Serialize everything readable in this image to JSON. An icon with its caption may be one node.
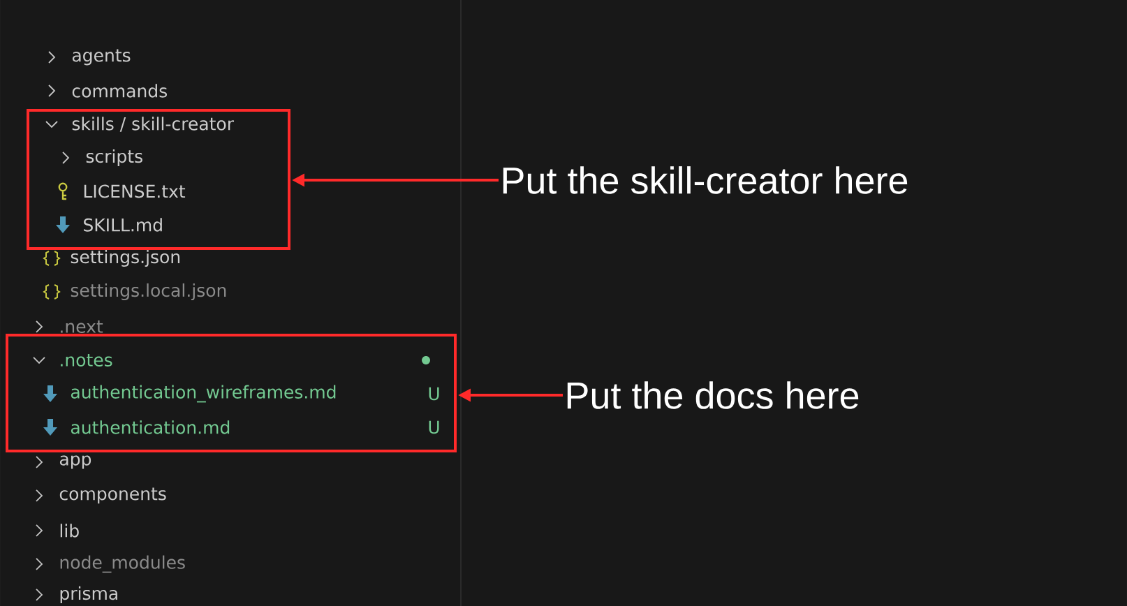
{
  "diagram": {
    "nodes": [
      {
        "text": [
          "skills / skill-creator",
          "scripts",
          "LICENSE.txt",
          "SKILL.md"
        ]
      },
      {
        "text": [
          "Put the skill-creator here"
        ]
      },
      {
        "text": [
          ".notes",
          "authentication_wireframes.md",
          "U",
          "authentication.md",
          "U"
        ]
      },
      {
        "text": [
          "Put the docs here"
        ]
      }
    ],
    "edges": [
      {
        "from": 1,
        "to": 0,
        "arrow": "to",
        "color": "#ff2a2a"
      },
      {
        "from": 3,
        "to": 2,
        "arrow": "to",
        "color": "#ff2a2a"
      }
    ],
    "labels": [
      "agents",
      "commands",
      "settings.json",
      "settings.local.json",
      ".next",
      "app",
      "components",
      "lib",
      "node_modules",
      "prisma"
    ]
  }
}
